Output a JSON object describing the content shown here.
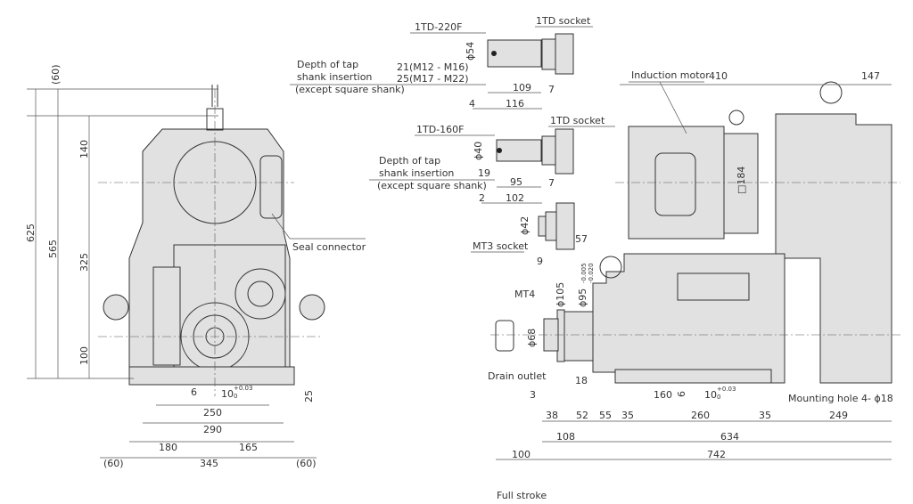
{
  "callouts": {
    "tap_220f": "1TD-220F",
    "socket_1td_a": "1TD socket",
    "tap_160f": "1TD-160F",
    "socket_1td_b": "1TD socket",
    "mt3_socket": "MT3 socket",
    "induction_motor": "Induction motor",
    "seal_connector": "Seal connector",
    "mt4": "MT4",
    "drain_outlet": "Drain outlet",
    "mounting_hole": "Mounting hole 4- ϕ18",
    "full_stroke": "Full stroke"
  },
  "depth_note_a": {
    "line1": "Depth of tap",
    "line2": "shank insertion",
    "line3": "(except square shank)",
    "v1": "21(M12 - M16)",
    "v2": "25(M17 - M22)"
  },
  "depth_note_b": {
    "line1": "Depth of tap",
    "line2": "shank insertion",
    "line3": "(except square shank)",
    "v1": "19"
  },
  "front_view_dims": {
    "d60_top": "(60)",
    "d625": "625",
    "d565": "565",
    "d140": "140",
    "d325": "325",
    "d100": "100",
    "d25": "25",
    "d6": "6",
    "d10": "10",
    "d10_tol_upper": "+0.03",
    "d10_tol_lower": "0",
    "d250": "250",
    "d290": "290",
    "d180": "180",
    "d165": "165",
    "d60_left": "(60)",
    "d345": "345",
    "d60_right": "(60)"
  },
  "tool_dims": {
    "phi54": "ϕ54",
    "d109": "109",
    "d7a": "7",
    "d4": "4",
    "d116": "116",
    "phi40": "ϕ40",
    "d95": "95",
    "d7b": "7",
    "d2": "2",
    "d102": "102",
    "phi42": "ϕ42",
    "d9": "9"
  },
  "side_view_dims": {
    "d410": "410",
    "d147": "147",
    "sq184": "□184",
    "d57": "57",
    "phi105": "ϕ105",
    "phi95": "ϕ95",
    "phi95_tol_upper": "-0.005",
    "phi95_tol_lower": "-0.020",
    "phi68": "ϕ68",
    "d3": "3",
    "d18": "18",
    "d160": "160",
    "d6": "6",
    "d10": "10",
    "d10_tol_upper": "+0.03",
    "d10_tol_lower": "0",
    "d38": "38",
    "d52": "52",
    "d55": "55",
    "d35a": "35",
    "d260": "260",
    "d35b": "35",
    "d249": "249",
    "d108": "108",
    "d634": "634",
    "d100": "100",
    "d742": "742"
  }
}
